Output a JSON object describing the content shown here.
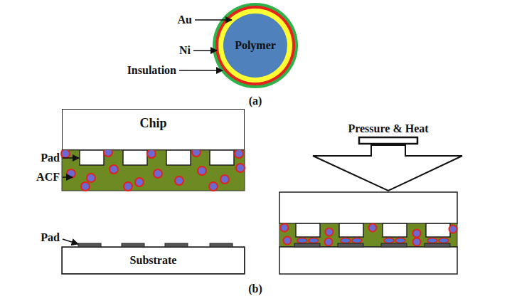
{
  "diagram": {
    "nodes": [
      {
        "text": [
          "Polymer"
        ]
      },
      {
        "text": [
          "Chip"
        ]
      },
      {
        "text": [
          "Substrate"
        ]
      }
    ],
    "labels": [
      "Au",
      "Ni",
      "Insulation",
      "(a)",
      "Pad",
      "ACF",
      "Pad",
      "Pressure & Heat",
      "(b)"
    ]
  }
}
